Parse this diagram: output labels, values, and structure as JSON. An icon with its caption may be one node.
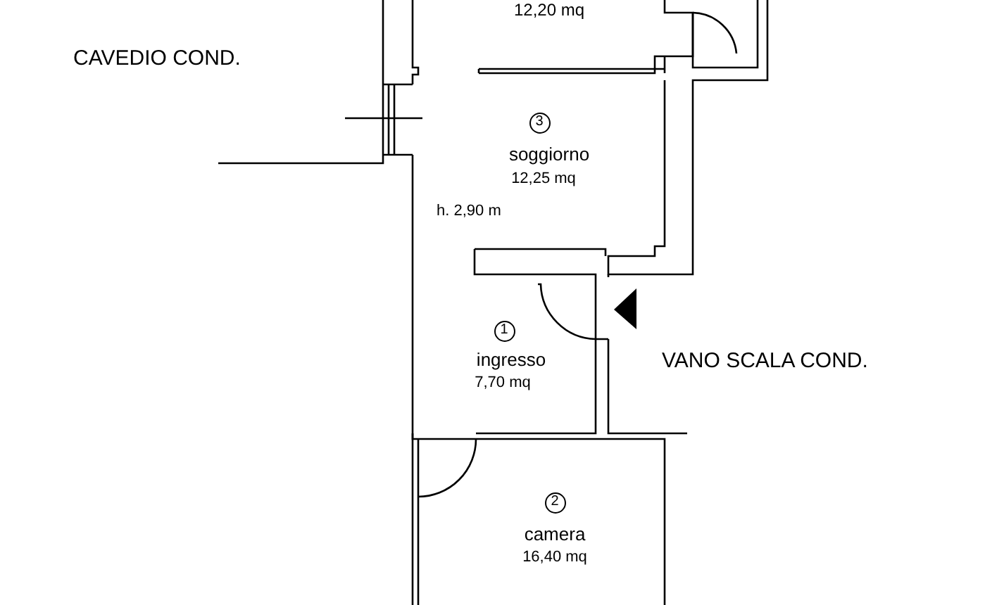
{
  "diagram": {
    "nodes": [
      {
        "text": [
          "3"
        ]
      },
      {
        "text": [
          "1"
        ]
      },
      {
        "text": [
          "2"
        ]
      }
    ],
    "labels": [
      "12,20 mq",
      "CAVEDIO COND.",
      "soggiorno",
      "12,25 mq",
      "h. 2,90 m",
      "ingresso",
      "7,70 mq",
      "VANO SCALA COND.",
      "camera",
      "16,40 mq"
    ]
  }
}
